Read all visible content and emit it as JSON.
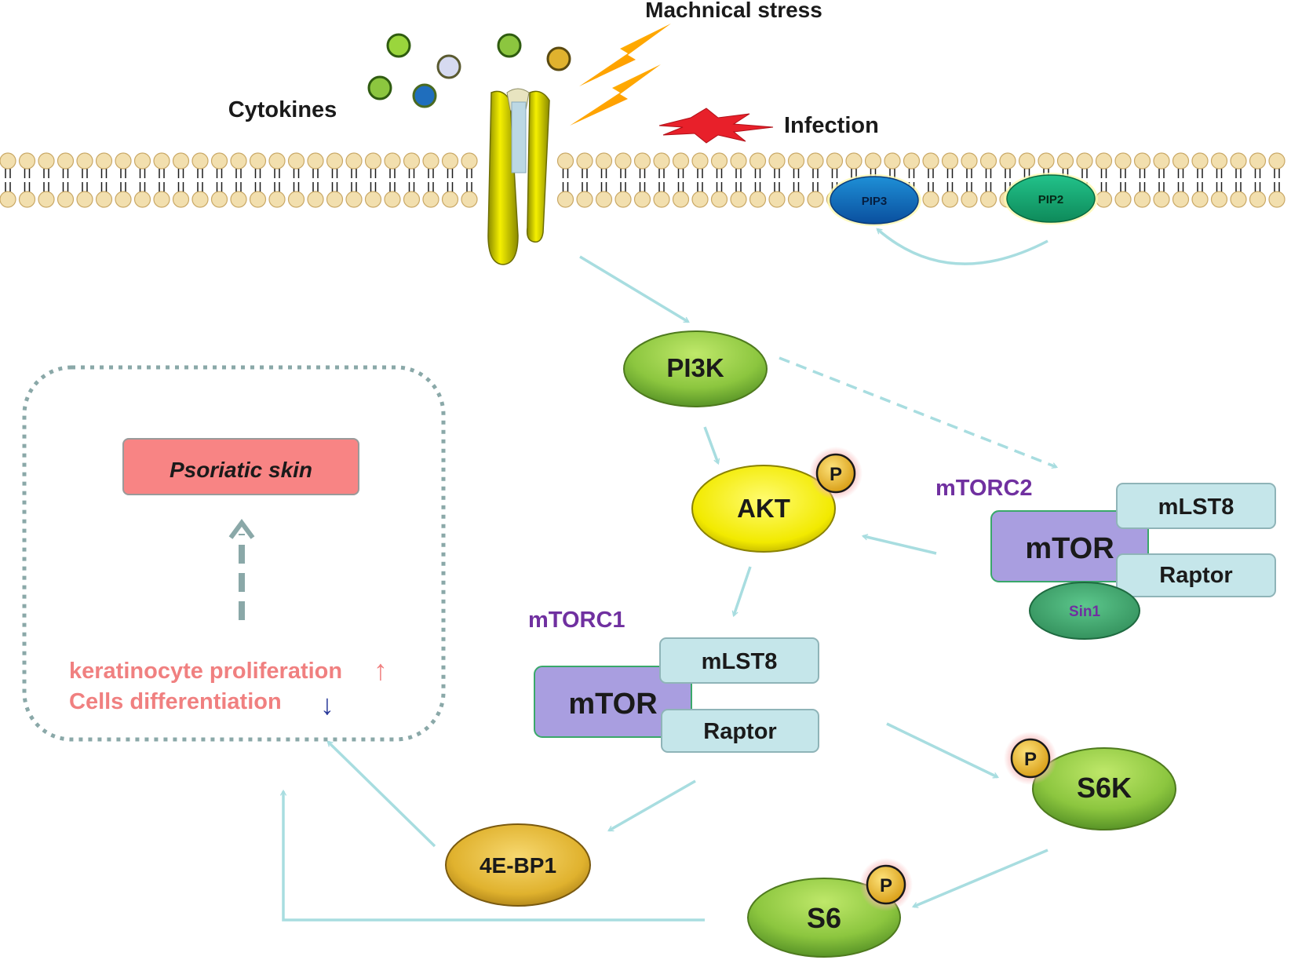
{
  "labels": {
    "mechanical_stress": "Machnical stress",
    "cytokines": "Cytokines",
    "infection": "Infection",
    "pip3": "PIP3",
    "pip2": "PIP2",
    "pi3k": "PI3K",
    "akt": "AKT",
    "phospho": "P",
    "mtorc2": "mTORC2",
    "mtorc1": "mTORC1",
    "mtor": "mTOR",
    "mlst8": "mLST8",
    "raptor": "Raptor",
    "sin1": "Sin1",
    "s6k": "S6K",
    "s6": "S6",
    "fourebp1": "4E-BP1",
    "psoriatic_skin": "Psoriatic skin",
    "keratinocyte": "keratinocyte proliferation",
    "differentiation": "Cells differentiation",
    "up_arrow": "↑",
    "down_arrow": "↓"
  },
  "colors": {
    "arrow": "#a8dde0",
    "complex_box": "#c5e6ea",
    "mtor_box": "#a99ee0",
    "green_node": "#8cc63f",
    "yellow_node": "#f2ea00",
    "orange_node": "#e0b22e",
    "title_purple": "#7030a0",
    "pink_text": "#f08080",
    "psoriatic_box": "#f88484"
  }
}
